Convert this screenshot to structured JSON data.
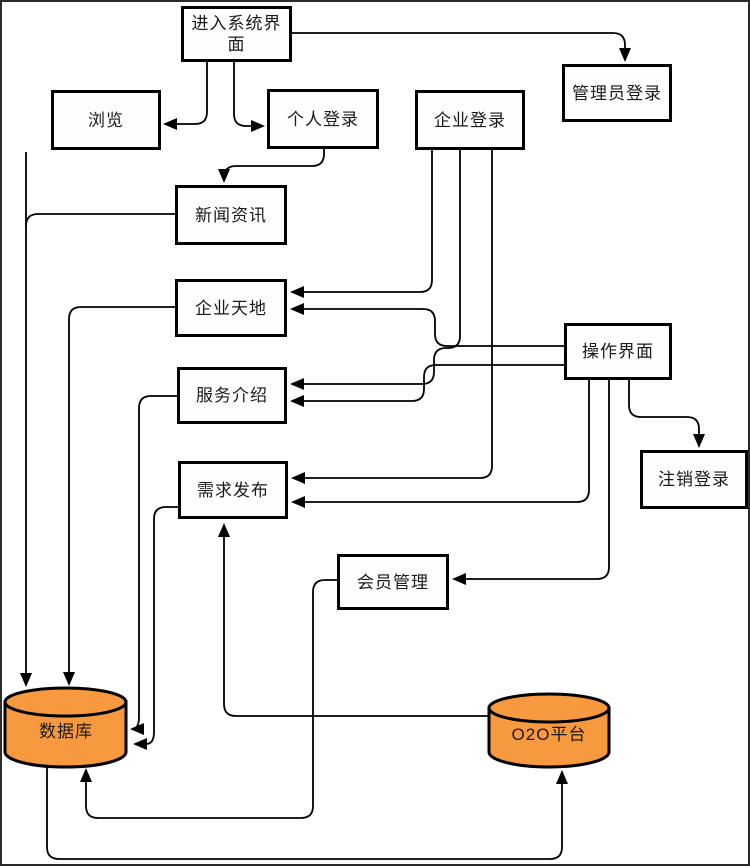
{
  "diagram": {
    "type": "flowchart",
    "colors": {
      "background": "#ffffff",
      "frame_border": "#2b2b2b",
      "node_border": "#000000",
      "node_fill": "#fefefe",
      "edge": "#000000",
      "cylinder_fill": "#f7993e",
      "text": "#1a1a1a"
    },
    "nodes": [
      {
        "id": "enter-system",
        "label": "进入系统界面",
        "shape": "rect"
      },
      {
        "id": "browse",
        "label": "浏览",
        "shape": "rect"
      },
      {
        "id": "personal-login",
        "label": "个人登录",
        "shape": "rect"
      },
      {
        "id": "enterprise-login",
        "label": "企业登录",
        "shape": "rect"
      },
      {
        "id": "admin-login",
        "label": "管理员登录",
        "shape": "rect"
      },
      {
        "id": "news",
        "label": "新闻资讯",
        "shape": "rect"
      },
      {
        "id": "enterprise-world",
        "label": "企业天地",
        "shape": "rect"
      },
      {
        "id": "operation-ui",
        "label": "操作界面",
        "shape": "rect"
      },
      {
        "id": "service-intro",
        "label": "服务介绍",
        "shape": "rect"
      },
      {
        "id": "demand-publish",
        "label": "需求发布",
        "shape": "rect"
      },
      {
        "id": "logout",
        "label": "注销登录",
        "shape": "rect"
      },
      {
        "id": "member-mgmt",
        "label": "会员管理",
        "shape": "rect"
      },
      {
        "id": "database",
        "label": "数据库",
        "shape": "cylinder"
      },
      {
        "id": "o2o-platform",
        "label": "O2O平台",
        "shape": "cylinder"
      }
    ],
    "edges": [
      {
        "from": "进入系统界面",
        "to": "浏览"
      },
      {
        "from": "进入系统界面",
        "to": "个人登录"
      },
      {
        "from": "进入系统界面",
        "to": "管理员登录"
      },
      {
        "from": "个人登录",
        "to": "新闻资讯"
      },
      {
        "from": "企业登录",
        "to": "企业天地"
      },
      {
        "from": "企业登录",
        "to": "服务介绍"
      },
      {
        "from": "企业登录",
        "to": "需求发布"
      },
      {
        "from": "操作界面",
        "to": "企业天地"
      },
      {
        "from": "操作界面",
        "to": "服务介绍"
      },
      {
        "from": "操作界面",
        "to": "需求发布"
      },
      {
        "from": "操作界面",
        "to": "会员管理"
      },
      {
        "from": "操作界面",
        "to": "注销登录"
      },
      {
        "from": "新闻资讯",
        "to": "数据库"
      },
      {
        "from": "企业天地",
        "to": "数据库"
      },
      {
        "from": "服务介绍",
        "to": "数据库"
      },
      {
        "from": "需求发布",
        "to": "数据库"
      },
      {
        "from": "O2O平台",
        "to": "需求发布"
      },
      {
        "from": "会员管理",
        "to": "数据库"
      },
      {
        "from": "数据库",
        "to": "O2O平台"
      }
    ]
  }
}
